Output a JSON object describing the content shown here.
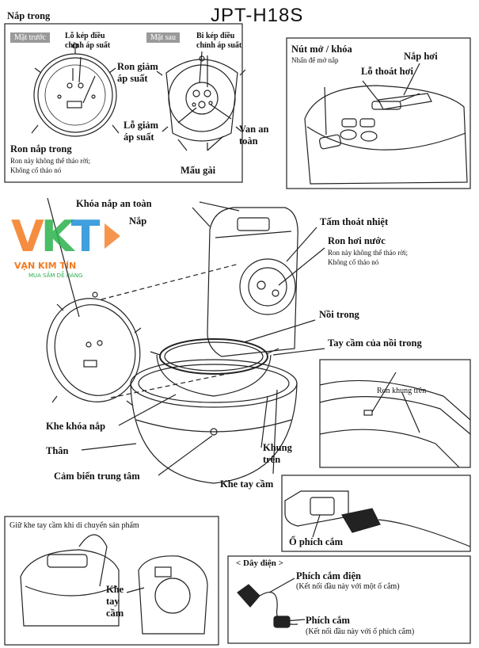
{
  "model": "JPT-H18S",
  "inner_lid": {
    "title": "Nắp trong",
    "front_tag": "Mặt trước",
    "back_tag": "Mặt sau",
    "valve_clip_front": [
      "Lỗ kép điều",
      "chỉnh áp suất"
    ],
    "pressure_ring": [
      "Ron giảm",
      "áp suất"
    ],
    "lid_ring": "Ron nắp trong",
    "lid_ring_note": [
      "Ron này không thể tháo rời;",
      "Không cố tháo nó"
    ],
    "valve_clip_back": [
      "Bi kép điều",
      "chỉnh áp suất"
    ],
    "pressure_hole": [
      "Lỗ giảm",
      "áp suất"
    ],
    "safety_valve": [
      "Van an",
      "toàn"
    ],
    "clips": "Mấu gài"
  },
  "top_panel": {
    "open_button": "Nút mở / khóa",
    "open_hint": "Nhấn để mở nắp",
    "steam_cap": "Nắp hơi",
    "steam_vent": "Lỗ thoát hơi"
  },
  "main": {
    "safety_lock": "Khóa nắp an toàn",
    "lid": "Nắp",
    "heat_plate": "Tấm thoát nhiệt",
    "steam_ring": "Ron hơi nước",
    "steam_ring_note": [
      "Ron này không thể tháo rời;",
      "Không cố tháo nó"
    ],
    "inner_pot": "Nồi trong",
    "inner_pot_handle": "Tay cầm của nồi trong",
    "lid_lock_slot": "Khe khóa nắp",
    "body": "Thân",
    "center_sensor": "Cảm biến trung tâm",
    "upper_frame": [
      "Khung",
      "trên"
    ],
    "handle_slot": "Khe tay cầm"
  },
  "frame_detail": {
    "ring_label": "Ron khung trên"
  },
  "socket": {
    "label": "Ổ phích cắm"
  },
  "carry": {
    "caption": "Giữ khe tay cầm khi di chuyển sản phẩm",
    "slot_label": [
      "Khe",
      "tay",
      "cầm"
    ]
  },
  "cord": {
    "title": "< Dây điện >",
    "plug_main": "Phích cắm điện",
    "plug_main_note": "(Kết nối đầu này với một ổ cắm)",
    "plug": "Phích cắm",
    "plug_note": "(Kết nối đầu này với ổ phích cắm)"
  },
  "logo": {
    "letters": "VKT",
    "name": "VẠN KIM TÍN",
    "slogan": "MUA SẮM DỄ DÀNG",
    "colors": {
      "v": "#f47a20",
      "k": "#2bb24c",
      "t": "#1f8fd6",
      "arrow": "#f47a20"
    }
  }
}
